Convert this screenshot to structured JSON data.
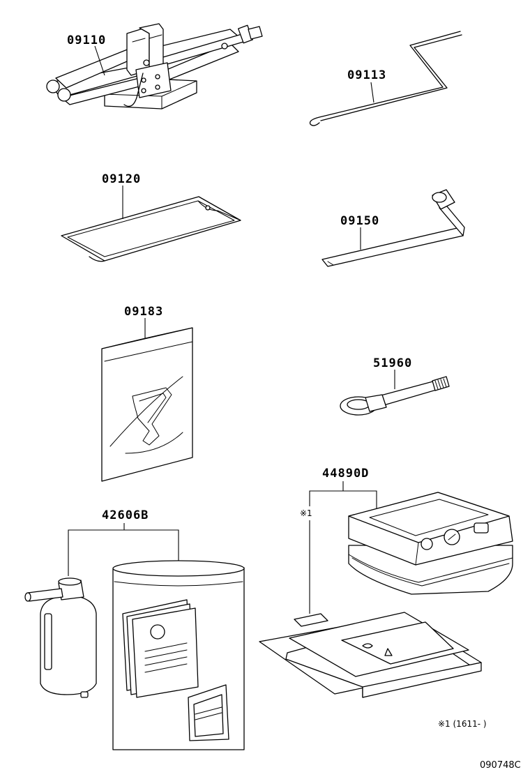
{
  "parts": {
    "p09110": "09110",
    "p09113": "09113",
    "p09120": "09120",
    "p09150": "09150",
    "p09183": "09183",
    "p51960": "51960",
    "p44890D": "44890D",
    "p42606B": "42606B"
  },
  "notes": {
    "mark": "※1",
    "footnote": "※1 (1611-      )"
  },
  "diagram_code": "090748C"
}
